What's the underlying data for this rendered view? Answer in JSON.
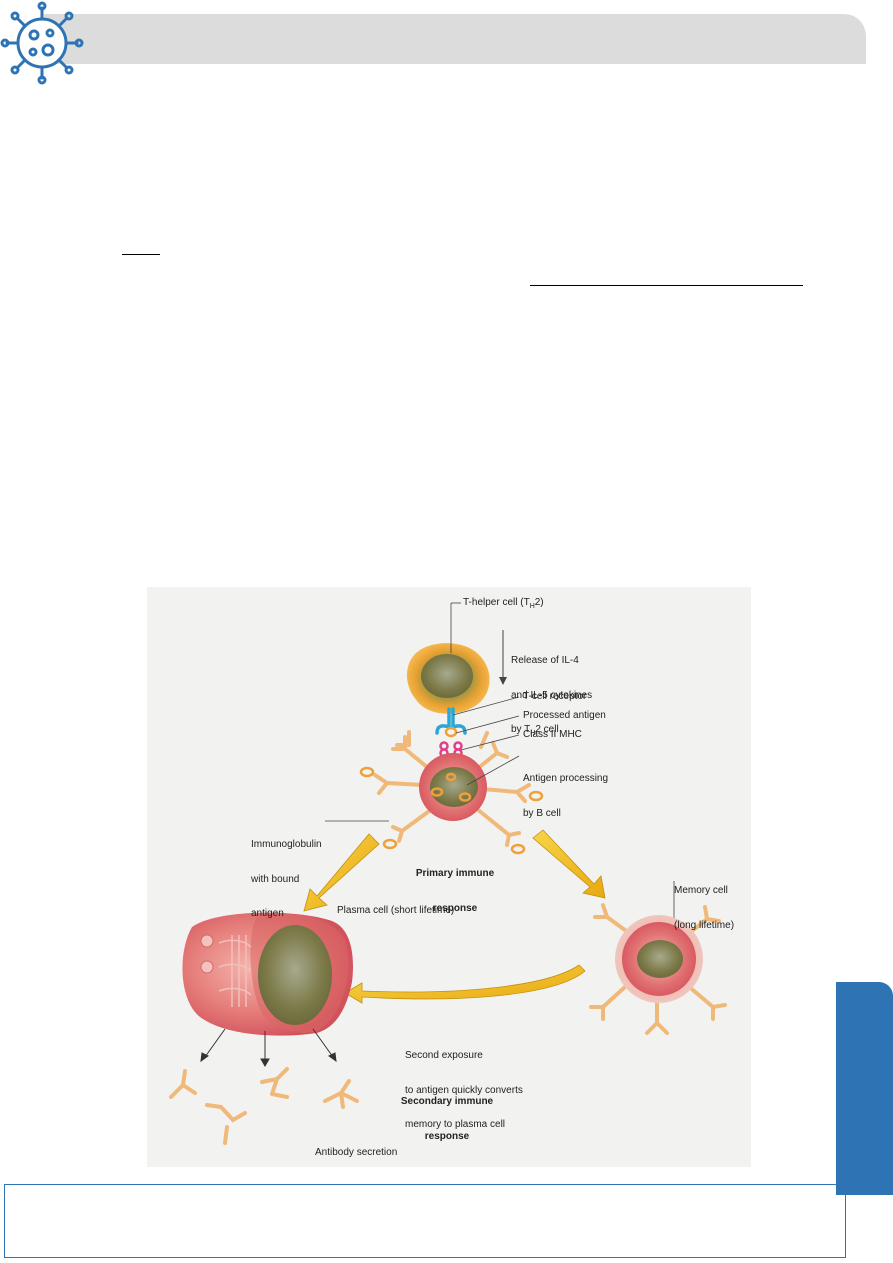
{
  "figure": {
    "labels": {
      "t_helper_prefix": "T-helper cell (T",
      "t_helper_sub": "H",
      "t_helper_suffix": "2)",
      "release_line1": "Release of IL-4",
      "release_line2": "and IL-5 cytokines",
      "release_line3_prefix": "by T",
      "release_line3_sub": "H",
      "release_line3_suffix": "2 cell",
      "t_cell_receptor": "T-cell receptor",
      "processed_antigen": "Processed antigen",
      "class_ii_mhc": "Class II MHC",
      "antigen_processing_line1": "Antigen processing",
      "antigen_processing_line2": "by B cell",
      "immunoglobulin_line1": "Immunoglobulin",
      "immunoglobulin_line2": "with bound",
      "immunoglobulin_line3": "antigen",
      "primary_line1": "Primary immune",
      "primary_line2": "response",
      "memory_line1": "Memory cell",
      "memory_line2": "(long lifetime)",
      "plasma_cell": "Plasma cell (short lifetime)",
      "second_exposure_line1": "Second exposure",
      "second_exposure_line2": "to antigen quickly converts",
      "second_exposure_line3": "memory to plasma cell",
      "secondary_line1": "Secondary immune",
      "secondary_line2": "response",
      "antibody_secretion": "Antibody secretion"
    }
  },
  "colors": {
    "header_bar": "#dcdcdc",
    "side_tab": "#2e74b5",
    "note_border": "#2e74b5",
    "virus_icon": "#2e74b5",
    "antibody": "#f0b97a",
    "arrow_yellow": "#f2c21b",
    "receptor_blue": "#2aa7d6",
    "mhc_pink": "#e0408a"
  }
}
